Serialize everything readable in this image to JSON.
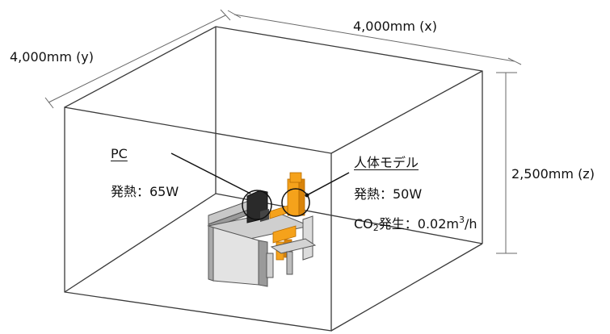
{
  "dimensions": {
    "x": "4,000mm (x)",
    "y": "4,000mm (y)",
    "z": "2,500mm (z)"
  },
  "pc": {
    "title": "PC",
    "heat": "発熱：65W"
  },
  "human": {
    "title": "人体モデル",
    "heat": "発熱：50W",
    "co2_prefix": "CO",
    "co2_sub": "2",
    "co2_middle": "発生：0.02m",
    "co2_sup": "3",
    "co2_suffix": "/h"
  },
  "colors": {
    "line": "#3a3a3a",
    "human": "#f5a21b",
    "human_dark": "#d9840a",
    "furniture": "#e0e0e0",
    "furniture_dark": "#9a9a9a",
    "pc": "#2a2a2a"
  }
}
